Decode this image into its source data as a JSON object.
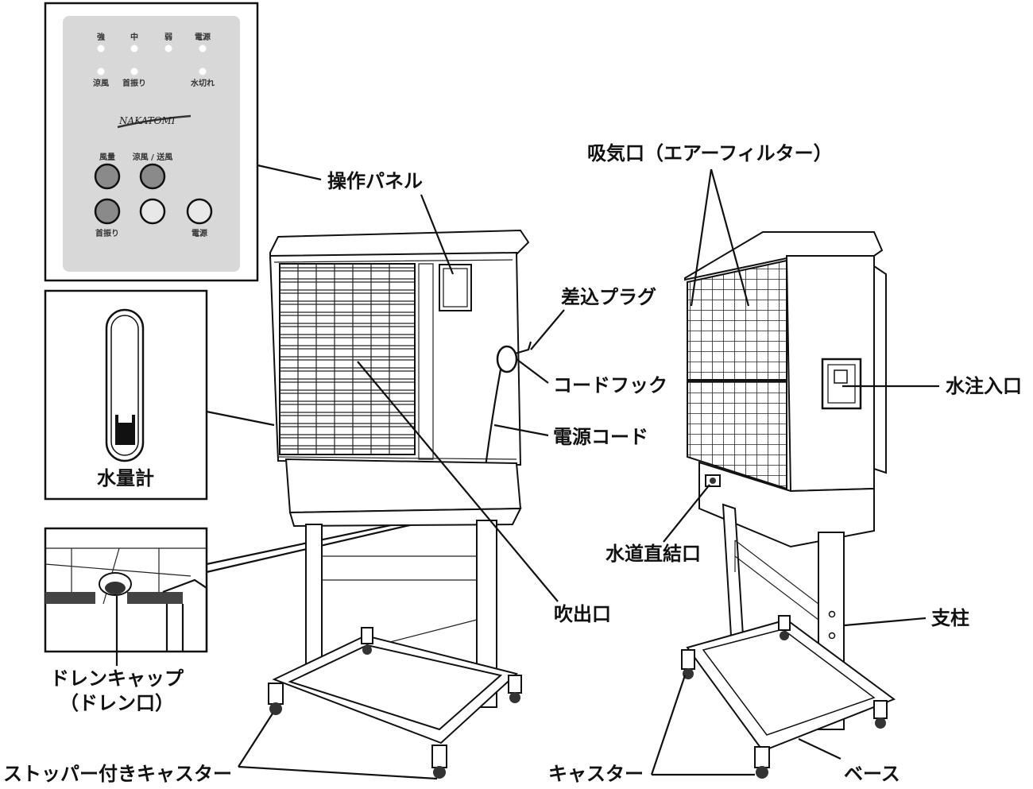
{
  "panel": {
    "ind_top": [
      "強",
      "中",
      "弱",
      "電源"
    ],
    "ind_bottom": [
      "涼風",
      "首振り",
      "水切れ"
    ],
    "brand": "NAKATOMI",
    "btn_label_fan": "風量",
    "btn_label_mode": "涼風 / 送風",
    "btn_label_swing": "首振り",
    "btn_label_power": "電源"
  },
  "insets": {
    "water_gauge": "水量計"
  },
  "labels": {
    "control_panel": "操作パネル",
    "plug": "差込プラグ",
    "cord_hook": "コードフック",
    "power_cord": "電源コード",
    "outlet": "吹出口",
    "drain_cap_1": "ドレンキャップ",
    "drain_cap_2": "（ドレン口）",
    "caster_stopper": "ストッパー付きキャスター",
    "intake": "吸気口（エアーフィルター）",
    "water_inlet": "水注入口",
    "tap_connect": "水道直結口",
    "pillar": "支柱",
    "caster": "キャスター",
    "base": "ベース"
  }
}
